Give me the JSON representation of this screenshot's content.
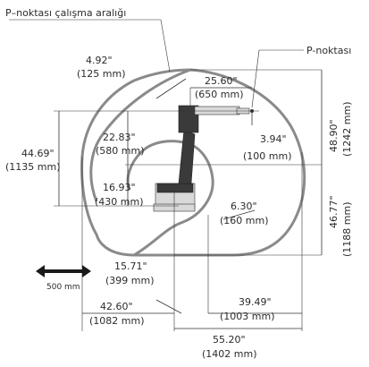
{
  "title": "P–noktası çalışma aralığı",
  "p_point_label": "P-noktası",
  "scale_label": "500 mm",
  "dimensions": {
    "d1": {
      "in": "4.92\"",
      "mm": "(125 mm)"
    },
    "d2": {
      "in": "25.60\"",
      "mm": "(650 mm)"
    },
    "d3": {
      "in": "48.90\"",
      "mm": "(1242 mm)"
    },
    "d4": {
      "in": "22.83\"",
      "mm": "(580 mm)"
    },
    "d5": {
      "in": "3.94\"",
      "mm": "(100 mm)"
    },
    "d6": {
      "in": "44.69\"",
      "mm": "(1135 mm)"
    },
    "d7": {
      "in": "16.93\"",
      "mm": "(430 mm)"
    },
    "d8": {
      "in": "6.30\"",
      "mm": "(160 mm)"
    },
    "d9": {
      "in": "46.77\"",
      "mm": "(1188 mm)"
    },
    "d10": {
      "in": "15.71\"",
      "mm": "(399 mm)"
    },
    "d11": {
      "in": "42.60\"",
      "mm": "(1082 mm)"
    },
    "d12": {
      "in": "39.49\"",
      "mm": "(1003 mm)"
    },
    "d13": {
      "in": "55.20\"",
      "mm": "(1402 mm)"
    }
  }
}
